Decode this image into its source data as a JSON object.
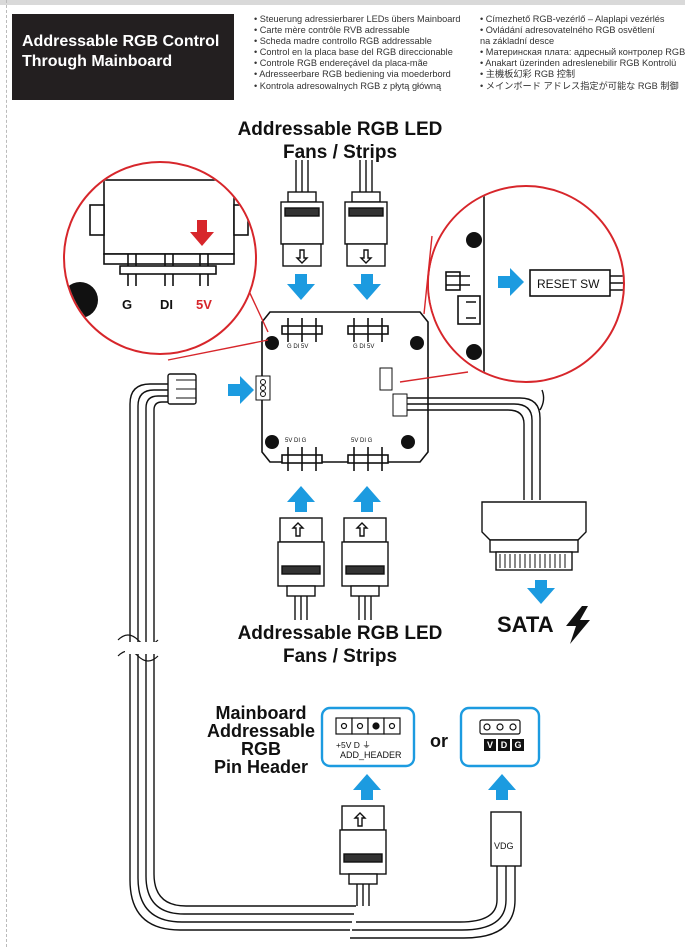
{
  "title": "Addressable RGB Control\nThrough Mainboard",
  "languages_left": [
    "• Steuerung adressierbarer LEDs übers Mainboard",
    "• Carte mère contrôle RVB adressable",
    "• Scheda madre controllo RGB addressable",
    "• Control en la placa base del RGB direccionable",
    "• Controle RGB endereçável da placa-mãe",
    "• Adresseerbare RGB bediening via moederbord",
    "• Kontrola adresowalnych RGB z płytą główną"
  ],
  "languages_right": [
    "• Címezhető RGB-vezérlő – Alaplapi vezérlés",
    "• Ovládání adresovatelného RGB osvětlení",
    "   na základní desce",
    "• Материнская плата: адресный контролер RGB",
    "• Anakart üzerinden adreslenebilir RGB Kontrolü",
    "• 主機板幻彩 RGB 控制",
    "• メインボード アドレス指定が可能な RGB 制御"
  ],
  "top_heading": "Addressable RGB LED\nFans / Strips",
  "bottom_heading": "Addressable RGB LED\nFans / Strips",
  "mainboard_label": "Mainboard\nAddressable\nRGB\nPin Header",
  "or_label": "or",
  "header_pins_text": "+5V  D    ⏚",
  "header_name": "ADD_HEADER",
  "vdg_letters": [
    "V",
    "D",
    "G"
  ],
  "vdg_cable_label": "VDG",
  "sata_label": "SATA",
  "reset_label": "RESET SW",
  "zoom_pins": {
    "g": "G",
    "di": "DI",
    "v5": "5V"
  },
  "hub_pin_labels": {
    "top": "G  DI  5V",
    "bottom": "5V  DI   G"
  },
  "colors": {
    "arrow": "#1c9be0",
    "red_arrow": "#d7262b",
    "zoom_circle": "#d7262b",
    "title_bg": "#231f20",
    "header_box": "#1c9be0"
  }
}
